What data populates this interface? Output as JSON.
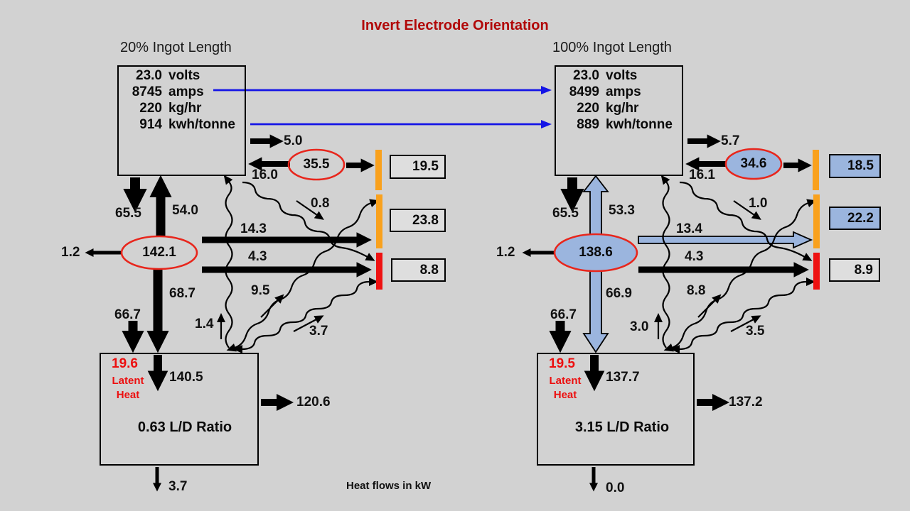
{
  "title": "Invert Electrode Orientation",
  "footnote": "Heat flows in kW",
  "colors": {
    "background": "#d2d2d2",
    "title_red": "#b10808",
    "latent_red": "#ec0f0f",
    "ellipse_outline_red": "#e8261c",
    "orange_bar": "#f9a11d",
    "red_bar": "#ee1111",
    "light_blue_fill": "#9bb5de",
    "blue_link": "#1414e6"
  },
  "left": {
    "header": "20% Ingot Length",
    "params": [
      {
        "value": "23.0",
        "unit": "volts"
      },
      {
        "value": "8745",
        "unit": "amps"
      },
      {
        "value": "220",
        "unit": "kg/hr"
      },
      {
        "value": "914",
        "unit": "kwh/tonne"
      }
    ],
    "flows": {
      "out_top": "5.0",
      "in_top": "16.0",
      "electrode_ellipse": "35.5",
      "upper_wall_box": "19.5",
      "mid_wall_box": "23.8",
      "slag_box": "8.8",
      "electrode_down": "65.5",
      "electrode_up": "54.0",
      "arc_ellipse": "142.1",
      "side_loss": "1.2",
      "to_mid_wall": "14.3",
      "to_slag": "4.3",
      "rad_electrode_wall": "0.8",
      "rad_ingot_electrode": "1.4",
      "rad_ingot_wall": "9.5",
      "rad_ingot_slag": "3.7",
      "arc_to_ingot": "68.7",
      "wall_to_ingot": "66.7",
      "into_ingot": "140.5",
      "side_out": "120.6",
      "bottom_out": "3.7"
    },
    "latent": {
      "value": "19.6",
      "caption": "Latent Heat"
    },
    "ld_ratio": "0.63 L/D Ratio"
  },
  "right": {
    "header": "100% Ingot Length",
    "params": [
      {
        "value": "23.0",
        "unit": "volts"
      },
      {
        "value": "8499",
        "unit": "amps"
      },
      {
        "value": "220",
        "unit": "kg/hr"
      },
      {
        "value": "889",
        "unit": "kwh/tonne"
      }
    ],
    "flows": {
      "out_top": "5.7",
      "in_top": "16.1",
      "electrode_ellipse": "34.6",
      "upper_wall_box": "18.5",
      "mid_wall_box": "22.2",
      "slag_box": "8.9",
      "electrode_down": "65.5",
      "electrode_up": "53.3",
      "arc_ellipse": "138.6",
      "side_loss": "1.2",
      "to_mid_wall": "13.4",
      "to_slag": "4.3",
      "rad_electrode_wall": "1.0",
      "rad_ingot_electrode": "3.0",
      "rad_ingot_wall": "8.8",
      "rad_ingot_slag": "3.5",
      "arc_to_ingot": "66.9",
      "wall_to_ingot": "66.7",
      "into_ingot": "137.7",
      "side_out": "137.2",
      "bottom_out": "0.0"
    },
    "latent": {
      "value": "19.5",
      "caption": "Latent Heat"
    },
    "ld_ratio": "3.15 L/D Ratio"
  }
}
